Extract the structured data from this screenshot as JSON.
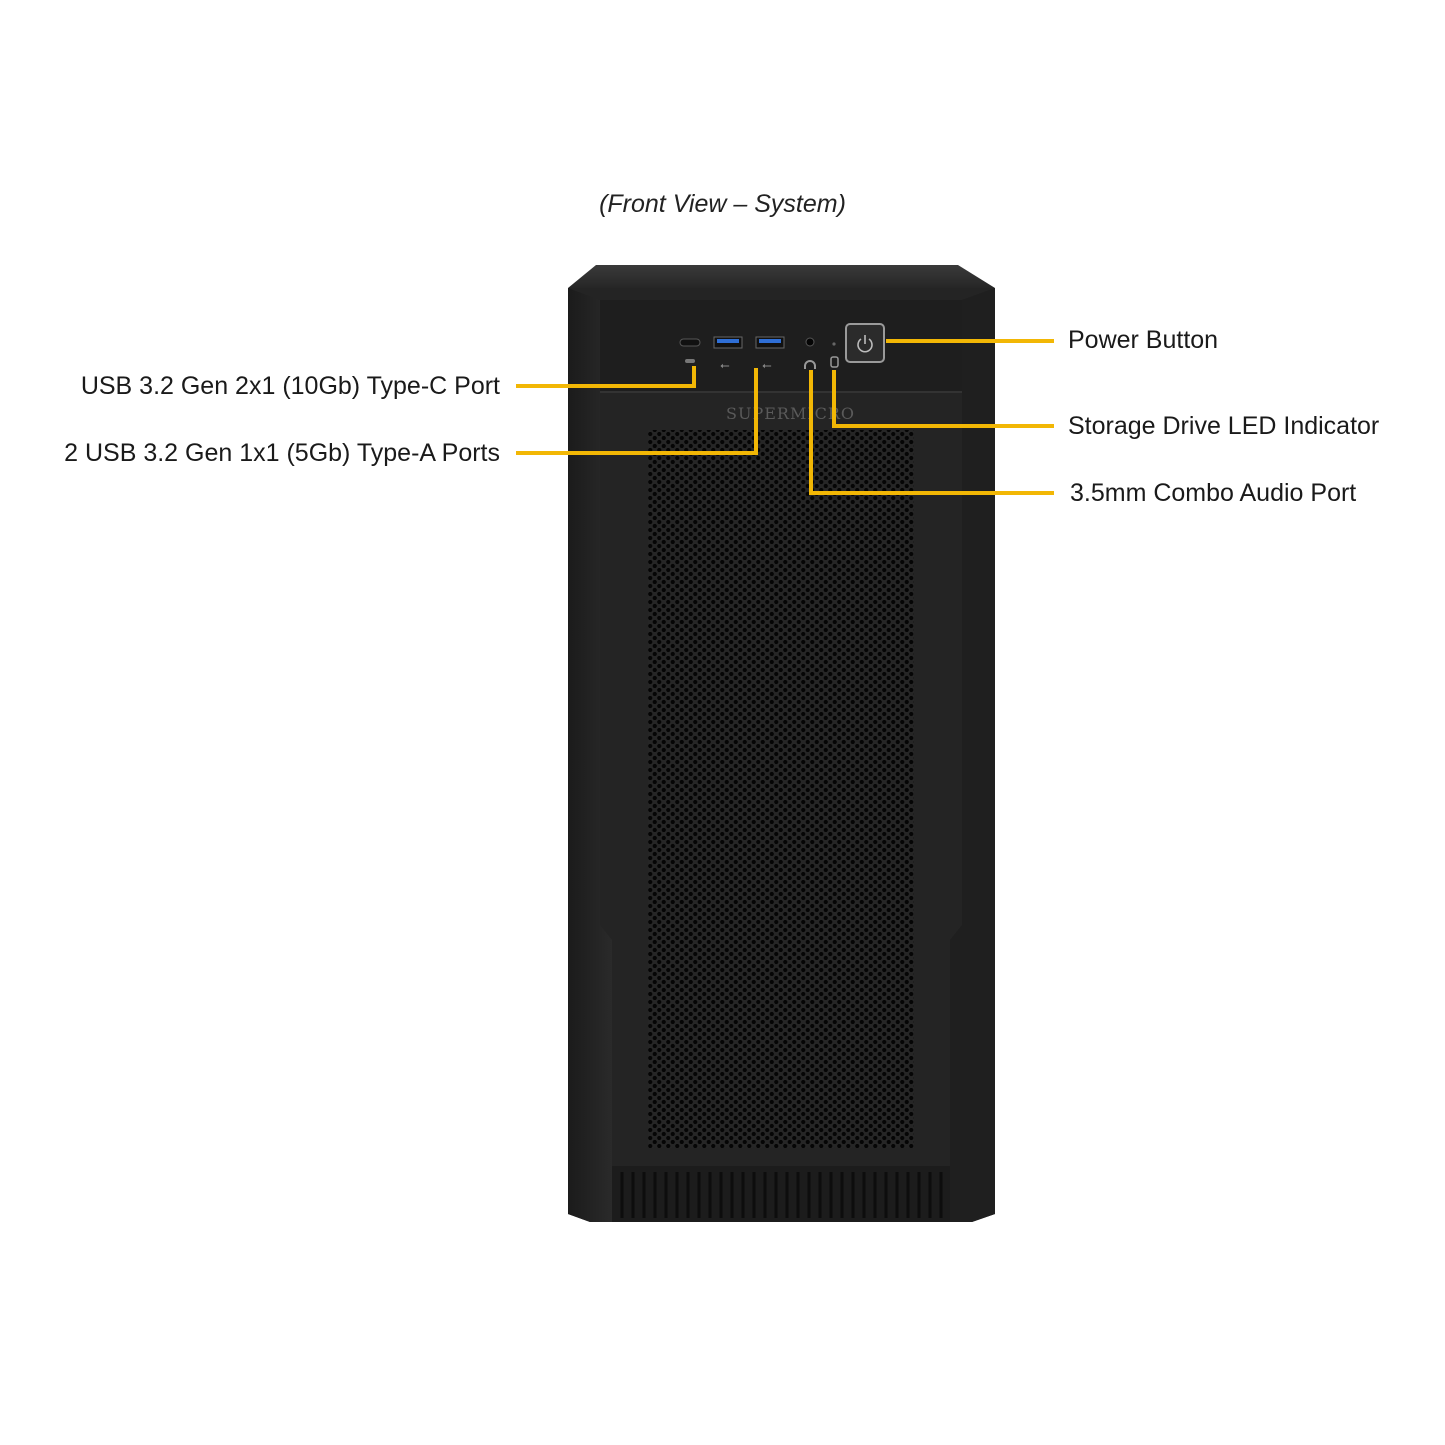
{
  "title": "(Front View – System)",
  "brand": "SUPERMICRO",
  "callouts": {
    "power_button": "Power Button",
    "storage_led": "Storage Drive LED Indicator",
    "audio_port": "3.5mm Combo Audio Port",
    "usb_c": "USB 3.2 Gen 2x1 (10Gb) Type-C Port",
    "usb_a": "2 USB 3.2 Gen 1x1 (5Gb) Type-A Ports"
  },
  "colors": {
    "leader": "#f2b705",
    "chassis": "#222222",
    "usb_blue": "#2f6fd6"
  },
  "icons": [
    "power-icon",
    "usb-icon",
    "headphone-icon",
    "drive-icon",
    "usb-c-port"
  ]
}
